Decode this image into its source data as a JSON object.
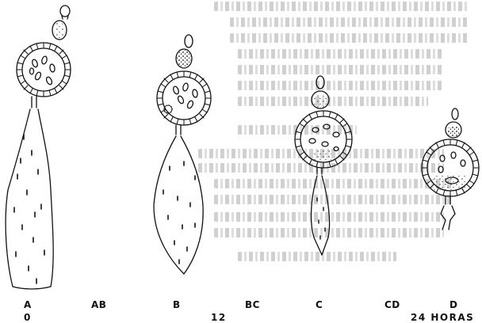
{
  "figure": {
    "stage_labels": [
      "A",
      "AB",
      "B",
      "BC",
      "C",
      "CD",
      "D"
    ],
    "time_labels": [
      "0",
      "12",
      "24 HORAS"
    ]
  }
}
